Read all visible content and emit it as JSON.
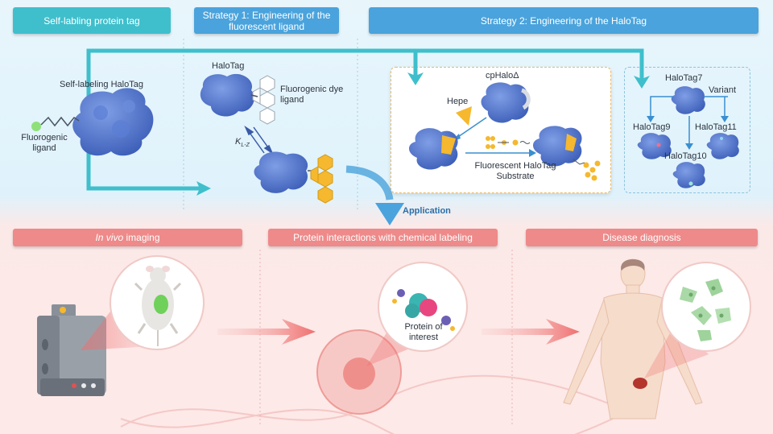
{
  "top": {
    "header_selflabel": "Self-labling protein tag",
    "header_strategy1": "Strategy 1: Engineering of the fluorescent ligand",
    "header_strategy2": "Strategy 2: Engineering of the HaloTag",
    "selflabel_halotag": "Self-labeling HaloTag",
    "fluorogenic_ligand": "Fluorogenic ligand",
    "s1_halotag": "HaloTag",
    "s1_dye_ligand": "Fluorogenic dye ligand",
    "s1_k": "K",
    "s1_k_sub": "L-Z",
    "s2_cphalo": "cpHaloΔ",
    "s2_hepe": "Hepe",
    "s2_substrate": "Fluorescent HaloTag Substrate",
    "s2_halotag7": "HaloTag7",
    "s2_variant": "Variant",
    "s2_halotag9": "HaloTag9",
    "s2_halotag11": "HaloTag11",
    "s2_halotag10": "HaloTag10"
  },
  "application_label": "Application",
  "bottom": {
    "header_invivo_em": "In vivo",
    "header_invivo_rest": " imaging",
    "header_protein": "Protein interactions with chemical labeling",
    "header_disease": "Disease diagnosis",
    "protein_of_interest": "Protein of interest"
  },
  "colors": {
    "protein_blue": "#4a6fc9",
    "accent_teal": "#3fbfcc",
    "accent_blue": "#4aa3dc",
    "accent_pink": "#ee8a8a",
    "dye_yellow": "#f5b82e",
    "arrow_red": "#ef6f6f"
  }
}
